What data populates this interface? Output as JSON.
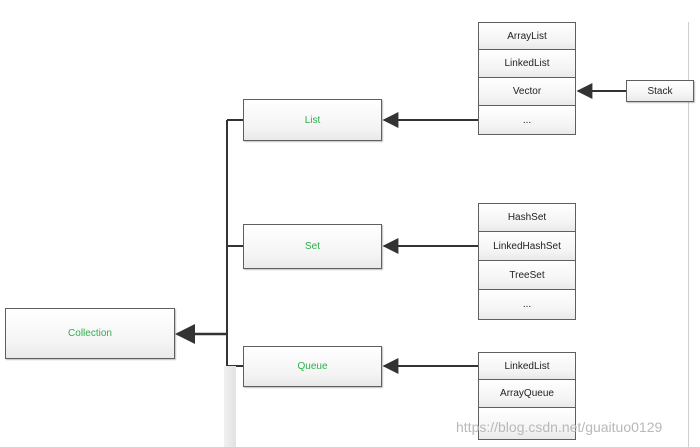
{
  "diagram": {
    "root": "Collection",
    "interfaces": [
      {
        "label": "List",
        "implementations": [
          "ArrayList",
          "LinkedList",
          "Vector",
          "..."
        ]
      },
      {
        "label": "Set",
        "implementations": [
          "HashSet",
          "LinkedHashSet",
          "TreeSet",
          "..."
        ]
      },
      {
        "label": "Queue",
        "implementations": [
          "LinkedList",
          "ArrayQueue",
          ""
        ]
      }
    ],
    "extra": {
      "label": "Stack",
      "extends": "Vector"
    },
    "watermark": "https://blog.csdn.net/guaituo0129",
    "colors": {
      "interface_text": "#2ab04a",
      "line": "#3a3a3a"
    }
  }
}
